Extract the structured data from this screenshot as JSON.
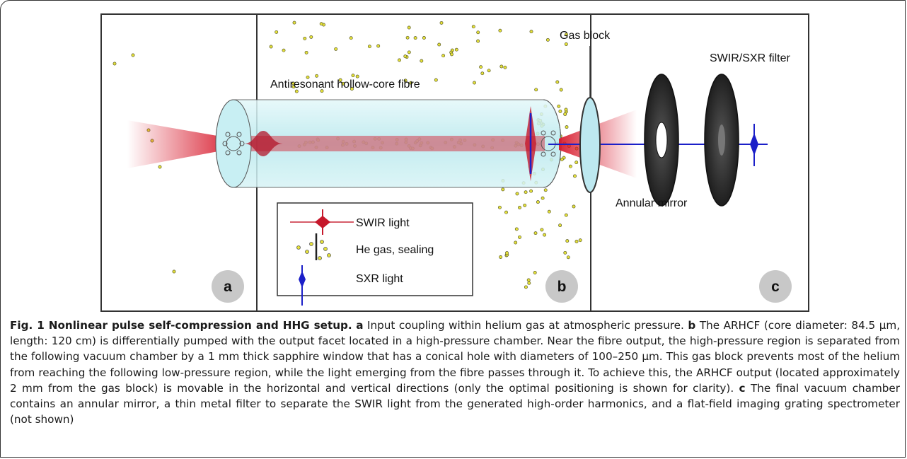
{
  "figure": {
    "labels": {
      "fibre": "Antiresonant hollow-core fibre",
      "gas_block": "Gas block",
      "filter": "SWIR/SXR filter",
      "annular_mirror": "Annular mirror"
    },
    "legend": [
      {
        "label": "SWIR light",
        "icon": "swir-pulse-icon"
      },
      {
        "label": "He gas, sealing",
        "icon": "gas-particles-icon"
      },
      {
        "label": "SXR light",
        "icon": "sxr-pulse-icon"
      }
    ],
    "panels": [
      "a",
      "b",
      "c"
    ],
    "colors": {
      "swir": "#d7192b",
      "sxr": "#1b1fc8",
      "fibre": "#c4eef2",
      "gas": "#e6e23a",
      "badge": "#c8c8c8",
      "disc": "#2a2a2a"
    }
  },
  "caption": {
    "title": "Fig. 1 Nonlinear pulse self-compression and HHG setup.",
    "a_label": "a",
    "a_text": "Input coupling within helium gas at atmospheric pressure.",
    "b_label": "b",
    "b_text": "The ARHCF (core diameter: 84.5 µm, length: 120 cm) is differentially pumped with the output facet located in a high-pressure chamber. Near the fibre output, the high-pressure region is separated from the following vacuum chamber by a 1 mm thick sapphire window that has a conical hole with diameters of 100–250 µm. This gas block prevents most of the helium from reaching the following low-pressure region, while the light emerging from the fibre passes through it. To achieve this, the ARHCF output (located approximately 2 mm from the gas block) is movable in the horizontal and vertical directions (only the optimal positioning is shown for clarity).",
    "c_label": "c",
    "c_text": "The final vacuum chamber contains an annular mirror, a thin metal filter to separate the SWIR light from the generated high-order harmonics, and a flat-field imaging grating spectrometer (not shown)"
  }
}
